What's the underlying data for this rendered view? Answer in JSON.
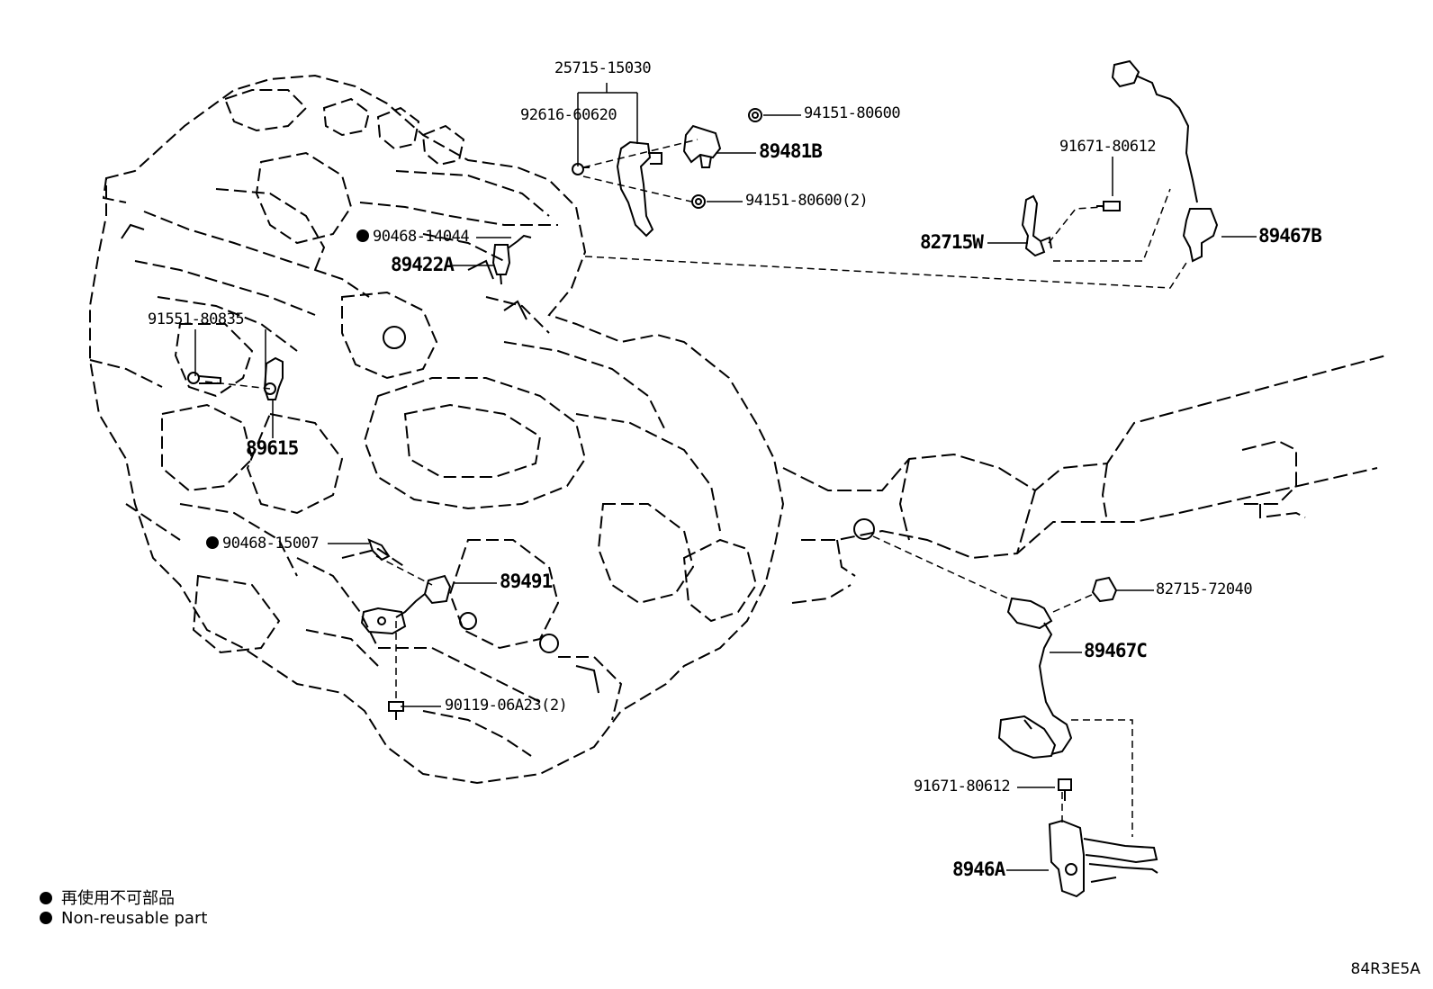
{
  "parts": {
    "p25715_15030": "25715-15030",
    "p92616_60620": "92616-60620",
    "p94151_80600": "94151-80600",
    "p89481B": "89481B",
    "p94151_80600_2": "94151-80600(2)",
    "p90468_14044": "90468-14044",
    "p89422A": "89422A",
    "p91671_80612_top": "91671-80612",
    "p82715W": "82715W",
    "p89467B": "89467B",
    "p91551_80835": "91551-80835",
    "p89615": "89615",
    "p90468_15007": "90468-15007",
    "p89491": "89491",
    "p90119_06A23": "90119-06A23(2)",
    "p82715_72040": "82715-72040",
    "p89467C": "89467C",
    "p91671_80612_bot": "91671-80612",
    "p8946A": "8946A"
  },
  "legend": {
    "jp": "再使用不可部品",
    "en": "Non-reusable part"
  },
  "diagram_code": "84R3E5A"
}
